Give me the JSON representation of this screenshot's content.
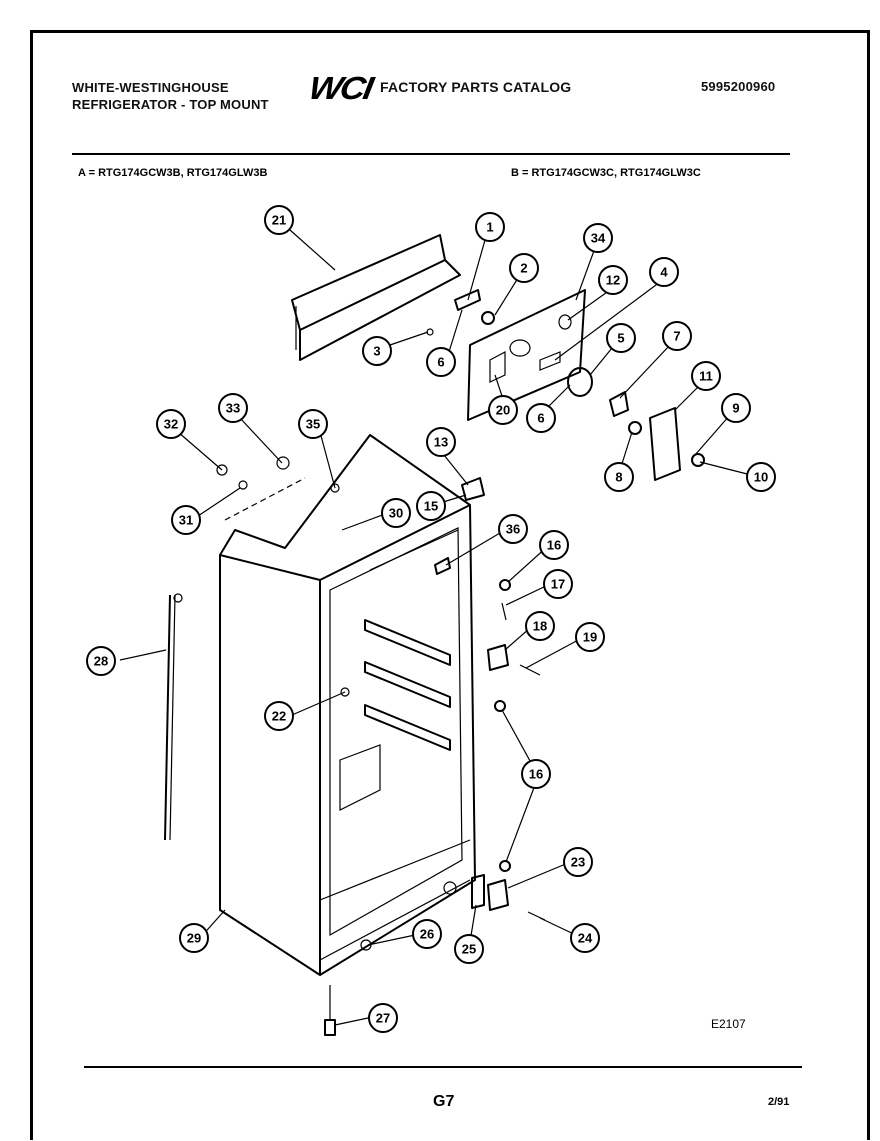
{
  "header": {
    "brand_line1": "WHITE-WESTINGHOUSE",
    "brand_line2": "REFRIGERATOR - TOP MOUNT",
    "logo_text": "WCI",
    "catalog_title": "FACTORY PARTS CATALOG",
    "catalog_number": "5995200960"
  },
  "models": {
    "group_a": "A = RTG174GCW3B,   RTG174GLW3B",
    "group_b": "B = RTG174GCW3C,   RTG174GLW3C"
  },
  "diagram": {
    "figure_ref": "E2107",
    "callouts": [
      "21",
      "1",
      "34",
      "2",
      "12",
      "4",
      "3",
      "6",
      "5",
      "7",
      "20",
      "6",
      "11",
      "9",
      "33",
      "35",
      "32",
      "13",
      "8",
      "10",
      "31",
      "30",
      "15",
      "36",
      "16",
      "17",
      "28",
      "18",
      "19",
      "22",
      "16",
      "23",
      "29",
      "26",
      "25",
      "24",
      "27"
    ]
  },
  "footer": {
    "page_code": "G7",
    "date": "2/91"
  }
}
